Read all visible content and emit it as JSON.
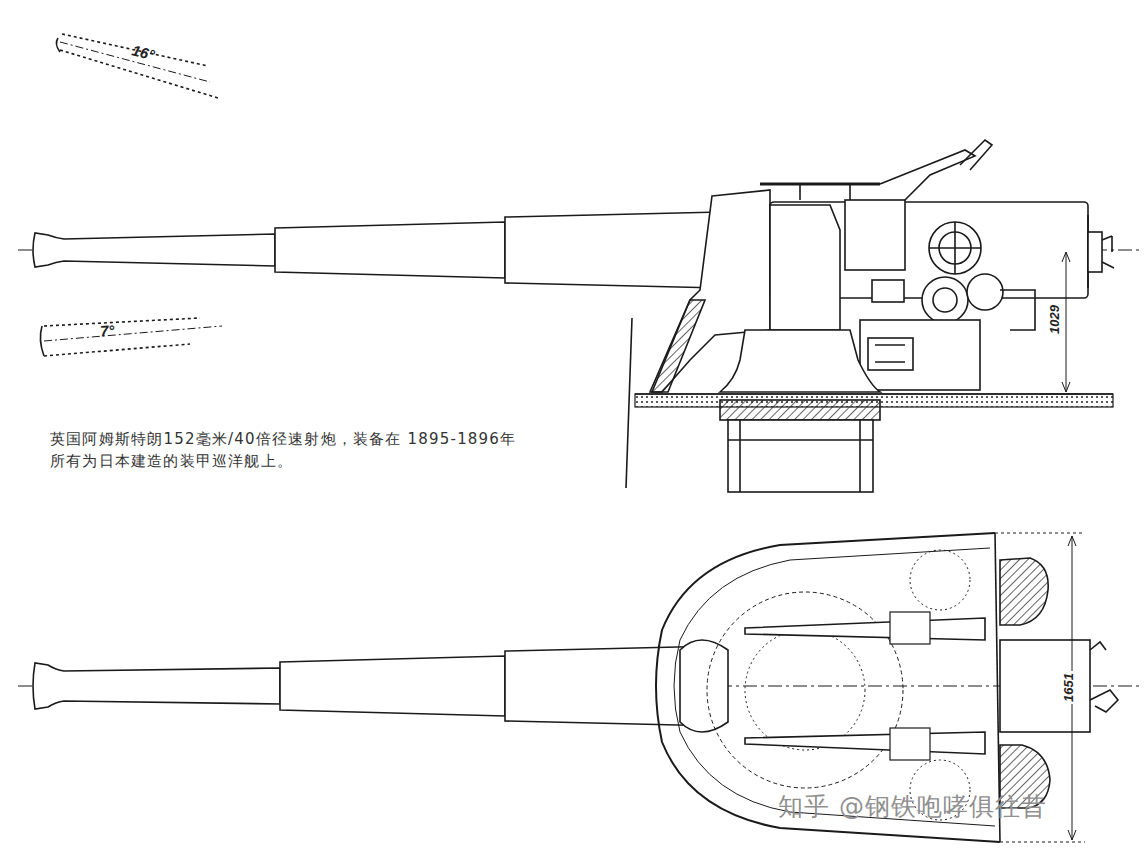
{
  "diagram": {
    "caption": "英国阿姆斯特朗152毫米/40倍径速射炮，装备在 1895-1896年所有为日本建造的装甲巡洋舰上。",
    "labels": [
      "16°",
      "7°",
      "1029",
      "1651",
      "知乎 @钢铁咆哮俱往昔"
    ]
  }
}
